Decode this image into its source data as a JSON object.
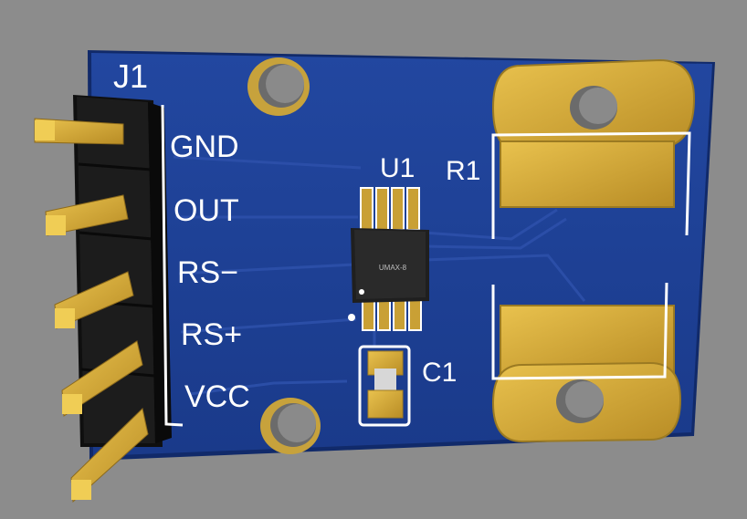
{
  "labels": {
    "connector_ref": "J1",
    "ic_ref": "U1",
    "resistor_ref": "R1",
    "capacitor_ref": "C1",
    "ic_package": "UMAX-8"
  },
  "pins": [
    {
      "name": "GND"
    },
    {
      "name": "OUT"
    },
    {
      "name": "RS−"
    },
    {
      "name": "RS+"
    },
    {
      "name": "VCC"
    }
  ],
  "colors": {
    "background": "#8c8c8c",
    "board": "#1e3f92",
    "board_edge": "#15307a",
    "copper_trace": "#2a4aa0",
    "gold": "#d6a83a",
    "gold_dark": "#a27d22",
    "silkscreen": "#ffffff",
    "header_body": "#1a1a1a",
    "ic_body": "#242424"
  }
}
